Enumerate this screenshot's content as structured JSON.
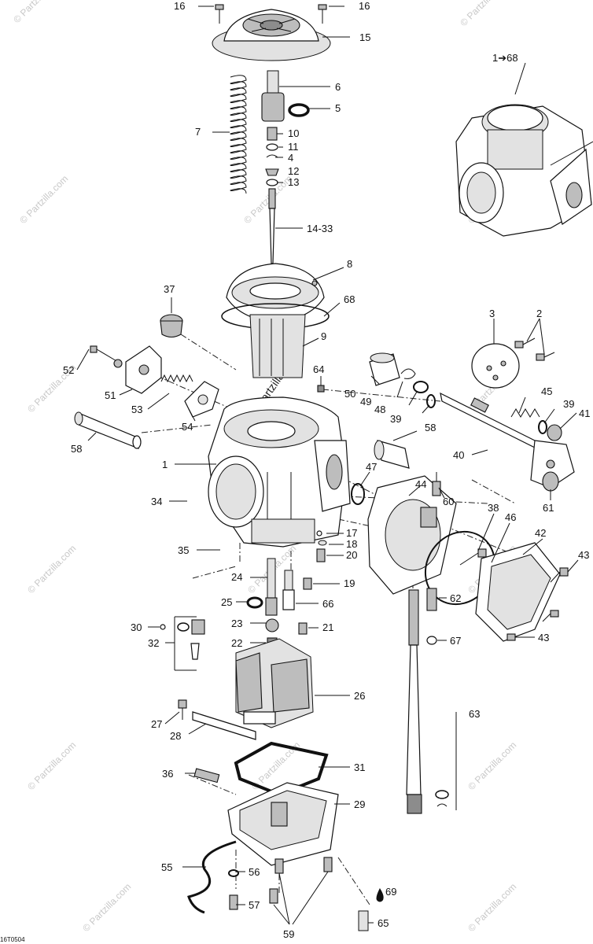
{
  "watermarks": {
    "brand": "© Partzilla.com",
    "drawing_code": "16T0504"
  },
  "callouts": [
    {
      "id": "c16a",
      "text": "16"
    },
    {
      "id": "c16b",
      "text": "16"
    },
    {
      "id": "c15",
      "text": "15"
    },
    {
      "id": "c6",
      "text": "6"
    },
    {
      "id": "c5",
      "text": "5"
    },
    {
      "id": "c7",
      "text": "7"
    },
    {
      "id": "c10",
      "text": "10"
    },
    {
      "id": "c11",
      "text": "11"
    },
    {
      "id": "c4",
      "text": "4"
    },
    {
      "id": "c12",
      "text": "12"
    },
    {
      "id": "c13",
      "text": "13"
    },
    {
      "id": "c1433",
      "text": "14-33"
    },
    {
      "id": "c168",
      "text": "1➔68"
    },
    {
      "id": "c8",
      "text": "8"
    },
    {
      "id": "c37",
      "text": "37"
    },
    {
      "id": "c68",
      "text": "68"
    },
    {
      "id": "c9",
      "text": "9"
    },
    {
      "id": "c3",
      "text": "3"
    },
    {
      "id": "c2",
      "text": "2"
    },
    {
      "id": "c52",
      "text": "52"
    },
    {
      "id": "c64",
      "text": "64"
    },
    {
      "id": "c51",
      "text": "51"
    },
    {
      "id": "c53",
      "text": "53"
    },
    {
      "id": "c50",
      "text": "50"
    },
    {
      "id": "c49",
      "text": "49"
    },
    {
      "id": "c48",
      "text": "48"
    },
    {
      "id": "c39a",
      "text": "39"
    },
    {
      "id": "c45",
      "text": "45"
    },
    {
      "id": "c39b",
      "text": "39"
    },
    {
      "id": "c41",
      "text": "41"
    },
    {
      "id": "c54",
      "text": "54"
    },
    {
      "id": "c58a",
      "text": "58"
    },
    {
      "id": "c58b",
      "text": "58"
    },
    {
      "id": "c1",
      "text": "1"
    },
    {
      "id": "c40",
      "text": "40"
    },
    {
      "id": "c47",
      "text": "47"
    },
    {
      "id": "c44",
      "text": "44"
    },
    {
      "id": "c60",
      "text": "60"
    },
    {
      "id": "c61",
      "text": "61"
    },
    {
      "id": "c34",
      "text": "34"
    },
    {
      "id": "c38",
      "text": "38"
    },
    {
      "id": "c46",
      "text": "46"
    },
    {
      "id": "c42",
      "text": "42"
    },
    {
      "id": "c17",
      "text": "17"
    },
    {
      "id": "c18",
      "text": "18"
    },
    {
      "id": "c35",
      "text": "35"
    },
    {
      "id": "c20",
      "text": "20"
    },
    {
      "id": "c43a",
      "text": "43"
    },
    {
      "id": "c24",
      "text": "24"
    },
    {
      "id": "c19",
      "text": "19"
    },
    {
      "id": "c25",
      "text": "25"
    },
    {
      "id": "c66",
      "text": "66"
    },
    {
      "id": "c62",
      "text": "62"
    },
    {
      "id": "c30",
      "text": "30"
    },
    {
      "id": "c23",
      "text": "23"
    },
    {
      "id": "c21",
      "text": "21"
    },
    {
      "id": "c32",
      "text": "32"
    },
    {
      "id": "c67",
      "text": "67"
    },
    {
      "id": "c43b",
      "text": "43"
    },
    {
      "id": "c22",
      "text": "22"
    },
    {
      "id": "c26",
      "text": "26"
    },
    {
      "id": "c63",
      "text": "63"
    },
    {
      "id": "c27",
      "text": "27"
    },
    {
      "id": "c28",
      "text": "28"
    },
    {
      "id": "c36",
      "text": "36"
    },
    {
      "id": "c31",
      "text": "31"
    },
    {
      "id": "c29",
      "text": "29"
    },
    {
      "id": "c55",
      "text": "55"
    },
    {
      "id": "c56",
      "text": "56"
    },
    {
      "id": "c69",
      "text": "69"
    },
    {
      "id": "c57",
      "text": "57"
    },
    {
      "id": "c65",
      "text": "65"
    },
    {
      "id": "c59",
      "text": "59"
    }
  ]
}
